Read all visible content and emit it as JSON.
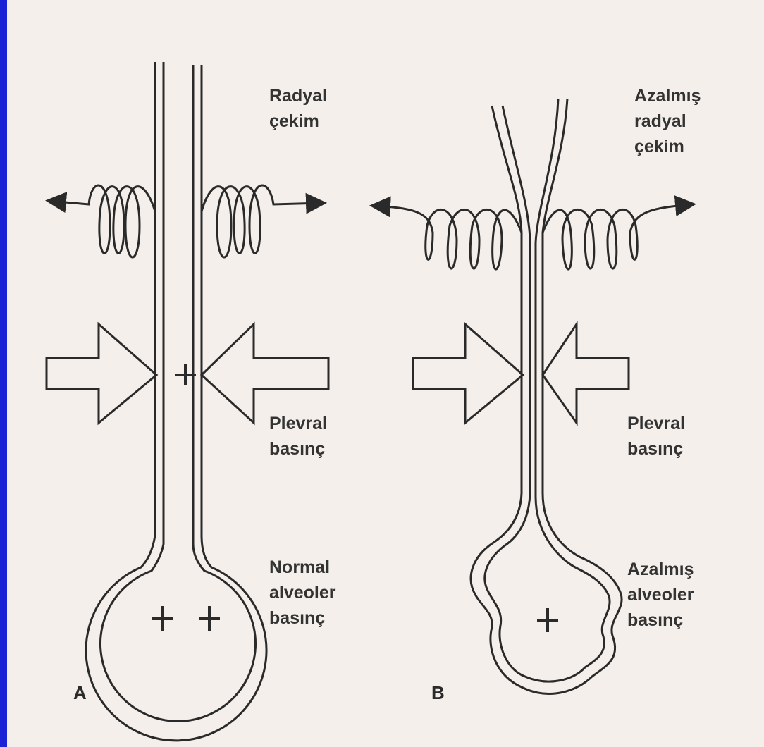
{
  "colors": {
    "border": "#1b22d6",
    "paper": "#f4efea",
    "ink": "#2a2a2a",
    "text": "#333333"
  },
  "panel_a": {
    "letter": "A",
    "radial_traction": [
      "Radyal",
      "çekim"
    ],
    "pleural_pressure": [
      "Plevral",
      "basınç"
    ],
    "alveolar_pressure": [
      "Normal",
      "alveoler",
      "basınç"
    ]
  },
  "panel_b": {
    "letter": "B",
    "radial_traction": [
      "Azalmış",
      "radyal",
      "çekim"
    ],
    "pleural_pressure": [
      "Plevral",
      "basınç"
    ],
    "alveolar_pressure": [
      "Azalmış",
      "alveoler",
      "basınç"
    ]
  }
}
